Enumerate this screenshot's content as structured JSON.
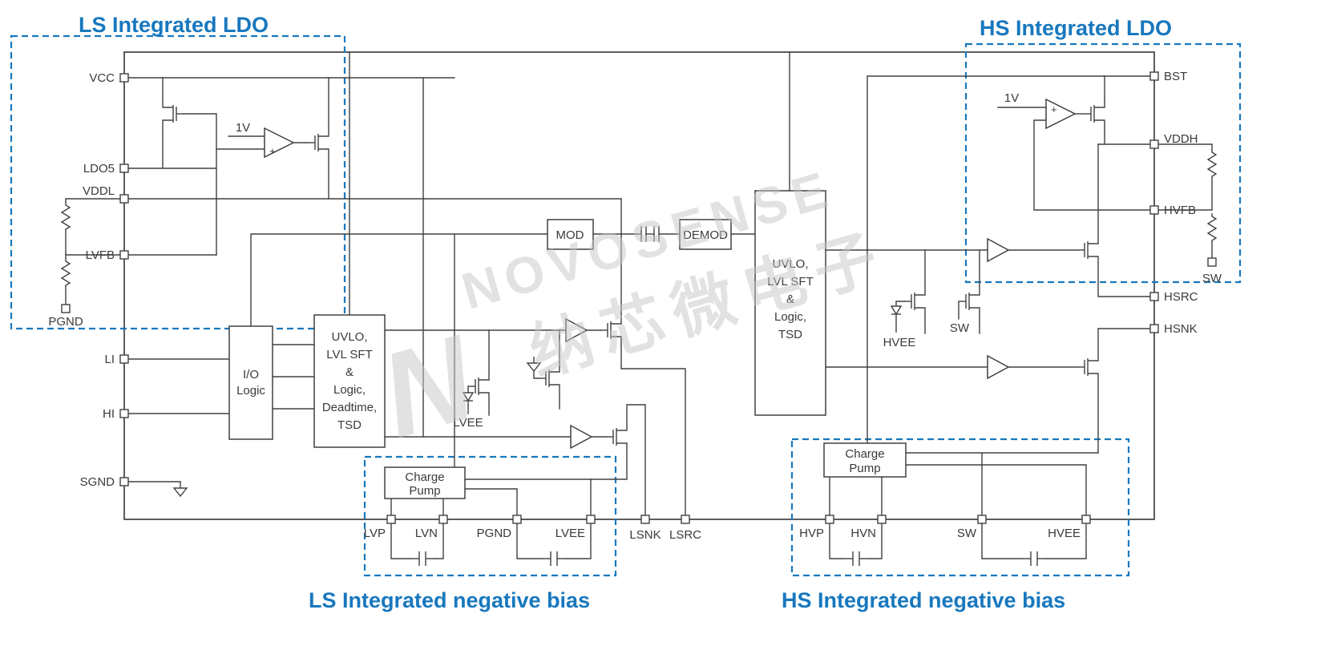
{
  "diagram": {
    "titles": {
      "ls_ldo": "LS Integrated LDO",
      "hs_ldo": "HS Integrated LDO",
      "ls_neg_bias": "LS Integrated negative bias",
      "hs_neg_bias": "HS Integrated negative bias"
    },
    "blocks": {
      "io_logic": [
        "I/O",
        "Logic"
      ],
      "uvlo_ls": [
        "UVLO,",
        "LVL SFT",
        "&",
        "Logic,",
        "Deadtime,",
        "TSD"
      ],
      "mod": "MOD",
      "demod": "DEMOD",
      "uvlo_hs": [
        "UVLO,",
        "LVL SFT",
        "&",
        "Logic,",
        "TSD"
      ],
      "charge_pump_ls": [
        "Charge",
        "Pump"
      ],
      "charge_pump_hs": [
        "Charge",
        "Pump"
      ]
    },
    "pins": {
      "left": [
        "VCC",
        "LDO5",
        "VDDL",
        "LVFB",
        "PGND",
        "LI",
        "HI",
        "SGND"
      ],
      "right": [
        "BST",
        "VDDH",
        "HVFB",
        "SW",
        "HSRC",
        "HSNK"
      ],
      "bottom": [
        "LVP",
        "LVN",
        "PGND",
        "LVEE",
        "LSNK",
        "LSRC",
        "HVP",
        "HVN",
        "SW",
        "HVEE"
      ]
    },
    "inner_labels": {
      "ref_1v_ls": "1V",
      "ref_1v_hs": "1V",
      "lvee": "LVEE",
      "hvee": "HVEE",
      "sw_mid": "SW",
      "amp_plus_ls": "+",
      "amp_plus_hs": "+"
    },
    "watermark": {
      "line1": "NOVOSENSE",
      "line2": "纳芯微电子",
      "logo": "N"
    },
    "colors": {
      "accent_blue": "#1878BE",
      "line": "#404040",
      "watermark": "#C6C6C6"
    }
  }
}
